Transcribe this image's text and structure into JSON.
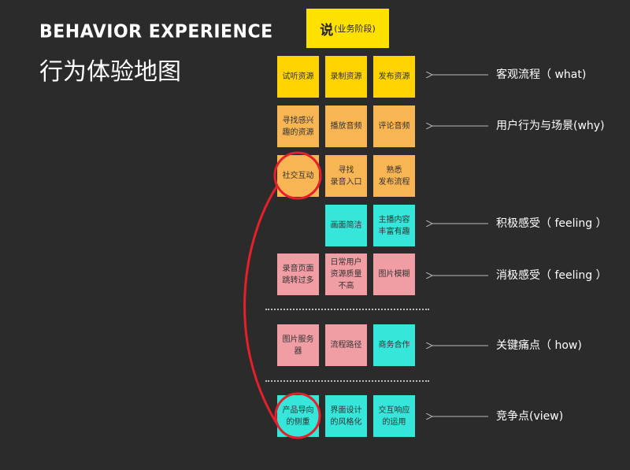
{
  "title_en": "BEHAVIOR EXPERIENCE",
  "title_zh": "行为体验地图",
  "header": {
    "main": "说",
    "sub": "(业务阶段)"
  },
  "rows": [
    {
      "label": "客观流程（ what)",
      "cells": [
        "试听资源",
        "录制资源",
        "发布资源"
      ]
    },
    {
      "label": "用户行为与场景(why)",
      "cells": [
        "寻找感兴趣的资源",
        "播放音频",
        "评论音频"
      ]
    },
    {
      "label": "",
      "cells": [
        "社交互动",
        "寻找\n录音入口",
        "熟悉\n发布流程"
      ]
    },
    {
      "label": "积极感受（ feeling ）",
      "cells": [
        "画面简洁",
        "主播内容丰富有趣"
      ]
    },
    {
      "label": "消极感受（ feeling ）",
      "cells": [
        "录音页面跳转过多",
        "日常用户资源质量不高",
        "图片模糊"
      ]
    },
    {
      "label": "关键痛点（ how)",
      "cells": [
        "图片服务器",
        "流程路径",
        "商务合作"
      ]
    },
    {
      "label": "竞争点(view)",
      "cells": [
        "产品导向的侧重",
        "界面设计的风格化",
        "交互响应的运用"
      ]
    }
  ],
  "colors": {
    "background": "#2b2b2b",
    "yellow": "#ffd300",
    "orange": "#f8b554",
    "cyan": "#36e6db",
    "pink": "#f09da4",
    "highlight": "#e6202a"
  }
}
